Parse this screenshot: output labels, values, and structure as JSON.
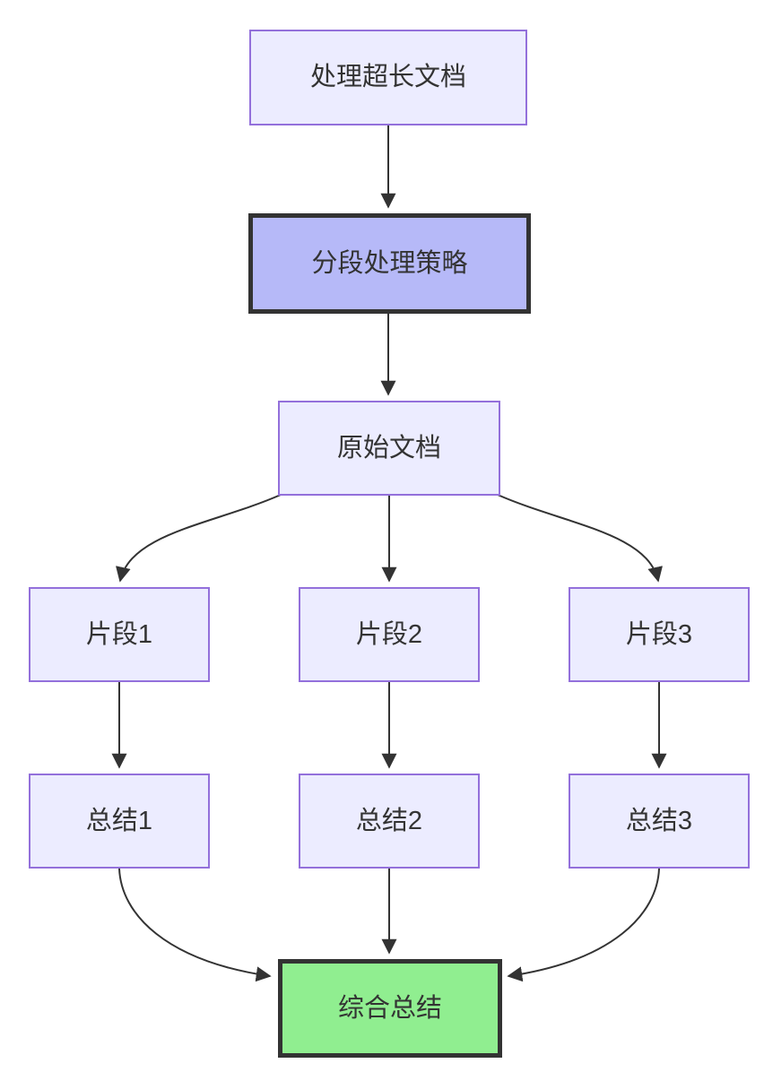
{
  "diagram": {
    "type": "flowchart",
    "direction": "top-down",
    "nodes": [
      {
        "id": "A",
        "label": "处理超长文档",
        "style": "default"
      },
      {
        "id": "B",
        "label": "分段处理策略",
        "style": "emphasis"
      },
      {
        "id": "C",
        "label": "原始文档",
        "style": "default"
      },
      {
        "id": "D1",
        "label": "片段1",
        "style": "default"
      },
      {
        "id": "D2",
        "label": "片段2",
        "style": "default"
      },
      {
        "id": "D3",
        "label": "片段3",
        "style": "default"
      },
      {
        "id": "E1",
        "label": "总结1",
        "style": "default"
      },
      {
        "id": "E2",
        "label": "总结2",
        "style": "default"
      },
      {
        "id": "E3",
        "label": "总结3",
        "style": "default"
      },
      {
        "id": "F",
        "label": "综合总结",
        "style": "success"
      }
    ],
    "edges": [
      {
        "from": "A",
        "to": "B"
      },
      {
        "from": "B",
        "to": "C"
      },
      {
        "from": "C",
        "to": "D1"
      },
      {
        "from": "C",
        "to": "D2"
      },
      {
        "from": "C",
        "to": "D3"
      },
      {
        "from": "D1",
        "to": "E1"
      },
      {
        "from": "D2",
        "to": "E2"
      },
      {
        "from": "D3",
        "to": "E3"
      },
      {
        "from": "E1",
        "to": "F"
      },
      {
        "from": "E2",
        "to": "F"
      },
      {
        "from": "E3",
        "to": "F"
      }
    ],
    "colors": {
      "background": "#FFFFFF",
      "node_fill": "#ECECFF",
      "node_border": "#9370DB",
      "emphasis_fill": "#B6B9F8",
      "success_fill": "#90EE90",
      "strong_border": "#333333",
      "edge_stroke": "#333333",
      "text": "#333333"
    }
  }
}
